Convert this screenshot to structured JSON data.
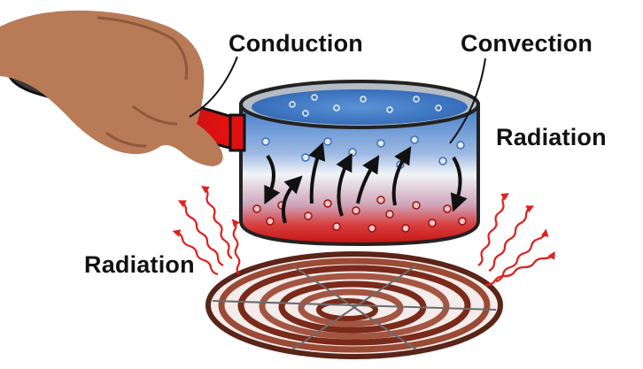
{
  "labels": {
    "conduction": "Conduction",
    "convection": "Convection",
    "radiation_right": "Radiation",
    "radiation_left": "Radiation"
  },
  "colors": {
    "hand": "#b97a57",
    "hand_shadow": "#8e5a3c",
    "handle_dark": "#3a3a3a",
    "handle_hot": "#e01010",
    "water_top": "#3f7bc9",
    "water_cool": "#c9d9f0",
    "water_hot": "#d91818",
    "pot_rim": "#9aa4ae",
    "pot_outline": "#222222",
    "burner": "#7a2a1a",
    "burner_light": "#b06a55",
    "radiation_wave": "#e02020",
    "arrow": "#111111"
  },
  "icons": {
    "hand": "hand-icon",
    "pot": "saucepan-icon",
    "burner": "electric-coil-burner-icon",
    "flow": "convection-arrow-icon",
    "waves": "radiation-wave-icon"
  }
}
